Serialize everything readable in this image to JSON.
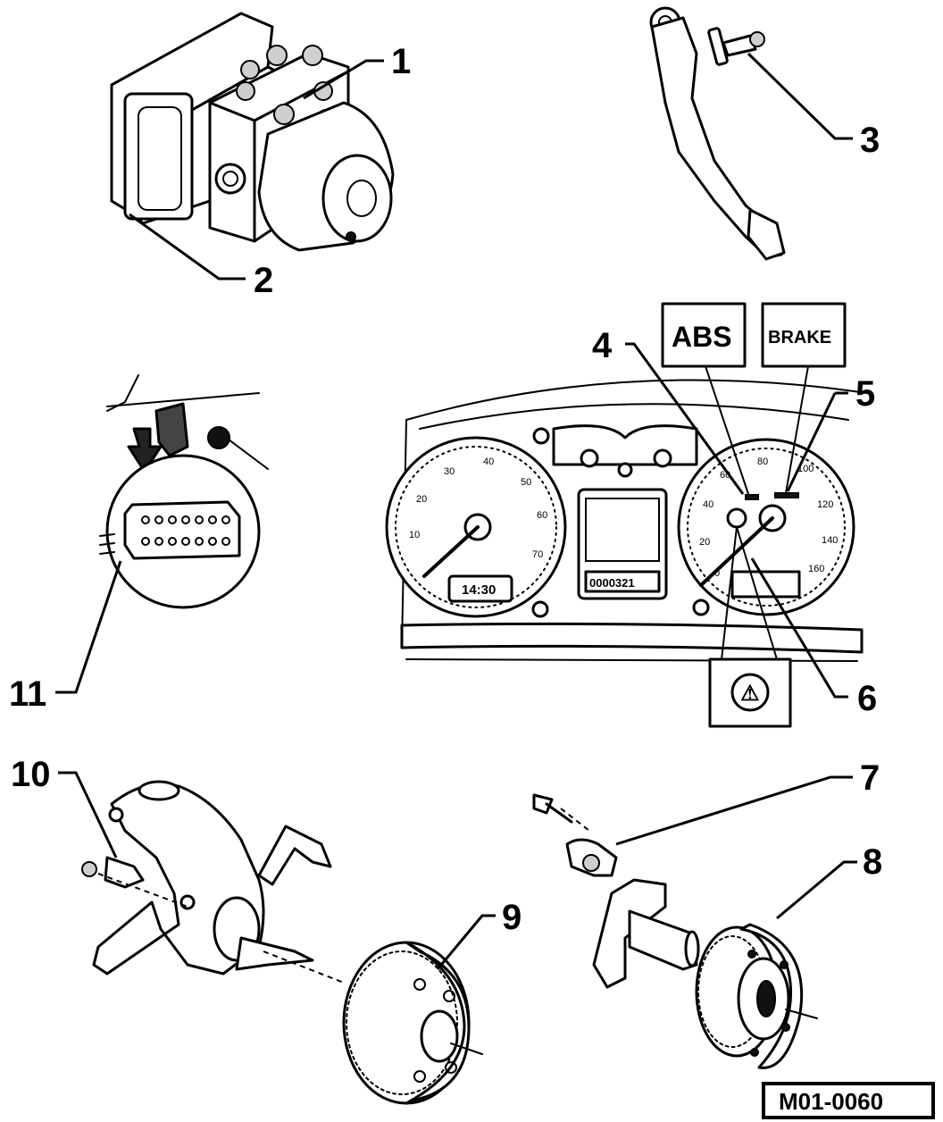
{
  "diagram": {
    "callouts": [
      "1",
      "2",
      "3",
      "4",
      "5",
      "6",
      "7",
      "8",
      "9",
      "10",
      "11"
    ],
    "warning_labels": {
      "abs": "ABS",
      "brake": "BRAKE",
      "traction_symbol": "⚠"
    },
    "cluster": {
      "tacho_ticks": [
        "10",
        "20",
        "30",
        "40",
        "50",
        "60",
        "70"
      ],
      "speedo_ticks": [
        "0",
        "20",
        "40",
        "60",
        "80",
        "100",
        "120",
        "140",
        "160"
      ],
      "clock": "14:30",
      "odometer": "0000321"
    },
    "figure_code": "M01-0060"
  }
}
